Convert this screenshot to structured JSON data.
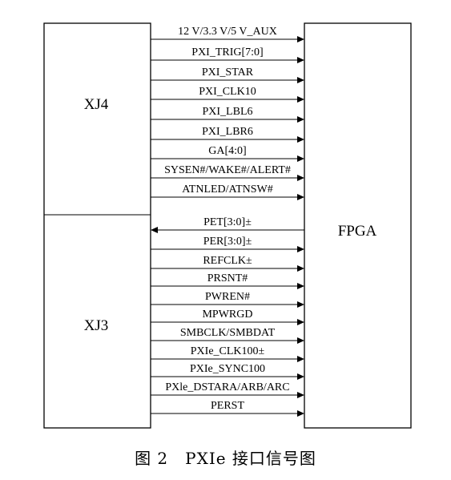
{
  "blocks": {
    "upper_left": "XJ4",
    "lower_left": "XJ3",
    "right": "FPGA"
  },
  "signals": [
    {
      "label": "12 V/3.3 V/5 V_AUX",
      "direction": "right"
    },
    {
      "label": "PXI_TRIG[7:0]",
      "direction": "right"
    },
    {
      "label": "PXI_STAR",
      "direction": "right"
    },
    {
      "label": "PXI_CLK10",
      "direction": "right"
    },
    {
      "label": "PXI_LBL6",
      "direction": "right"
    },
    {
      "label": "PXI_LBR6",
      "direction": "right"
    },
    {
      "label": "GA[4:0]",
      "direction": "right"
    },
    {
      "label": "SYSEN#/WAKE#/ALERT#",
      "direction": "right"
    },
    {
      "label": "ATNLED/ATNSW#",
      "direction": "right"
    },
    {
      "label": "PET[3:0]±",
      "direction": "left"
    },
    {
      "label": "PER[3:0]±",
      "direction": "right"
    },
    {
      "label": "REFCLK±",
      "direction": "right"
    },
    {
      "label": "PRSNT#",
      "direction": "right"
    },
    {
      "label": "PWREN#",
      "direction": "right"
    },
    {
      "label": "MPWRGD",
      "direction": "right"
    },
    {
      "label": "SMBCLK/SMBDAT",
      "direction": "right"
    },
    {
      "label": "PXIe_CLK100±",
      "direction": "right"
    },
    {
      "label": "PXIe_SYNC100",
      "direction": "right"
    },
    {
      "label": "PXle_DSTARA/ARB/ARC",
      "direction": "right"
    },
    {
      "label": "PERST",
      "direction": "right"
    }
  ],
  "caption": "图 2　PXIe 接口信号图"
}
